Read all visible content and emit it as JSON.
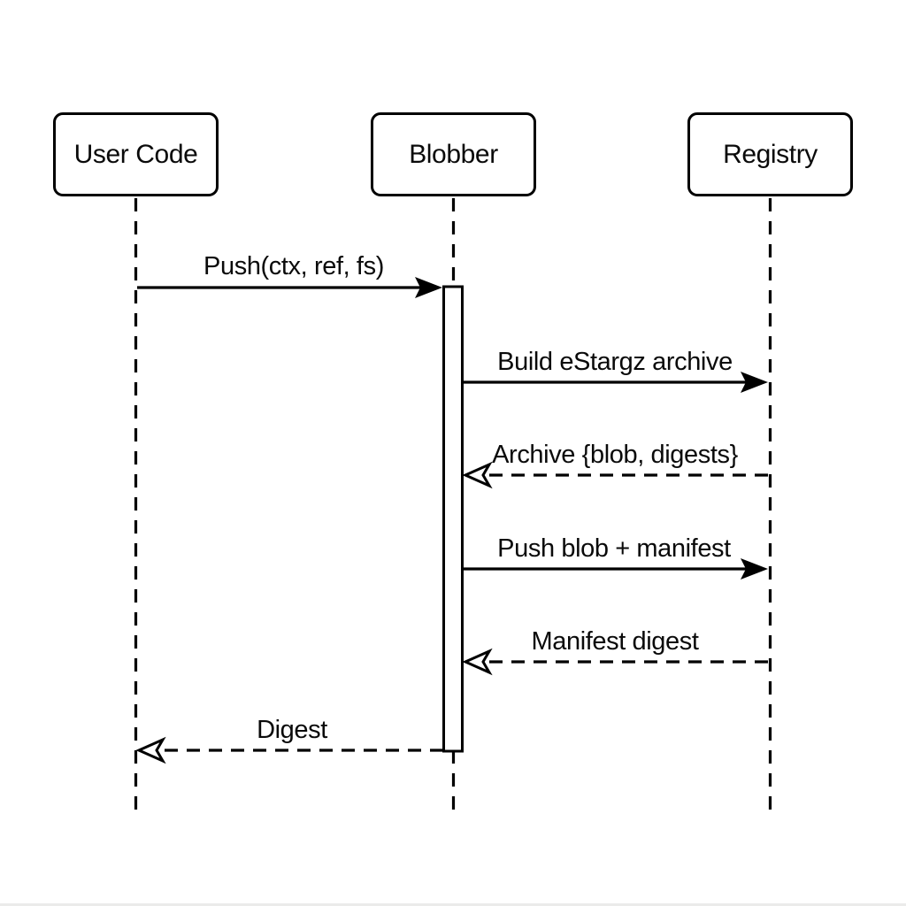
{
  "diagram": {
    "kind": "uml-sequence-diagram",
    "background_color": "#ffffff",
    "line_color": "#000000",
    "text_color": "#0a0a0a"
  },
  "actors": [
    {
      "name": "User Code"
    },
    {
      "name": "Blobber"
    },
    {
      "name": "Registry"
    }
  ],
  "activation": {
    "actor": "Blobber",
    "starts_at_message": "Push(ctx, ref, fs)",
    "ends_at_message": "Digest"
  },
  "messages": [
    {
      "label": "Push(ctx, ref, fs)",
      "from": "User Code",
      "to": "Blobber",
      "style": "solid",
      "arrowhead": "filled"
    },
    {
      "label": "Build eStargz archive",
      "from": "Blobber",
      "to": "Registry",
      "style": "solid",
      "arrowhead": "filled"
    },
    {
      "label": "Archive {blob, digests}",
      "from": "Registry",
      "to": "Blobber",
      "style": "dashed",
      "arrowhead": "open"
    },
    {
      "label": "Push blob + manifest",
      "from": "Blobber",
      "to": "Registry",
      "style": "solid",
      "arrowhead": "filled"
    },
    {
      "label": "Manifest digest",
      "from": "Registry",
      "to": "Blobber",
      "style": "dashed",
      "arrowhead": "open"
    },
    {
      "label": "Digest",
      "from": "Blobber",
      "to": "User Code",
      "style": "dashed",
      "arrowhead": "open"
    }
  ]
}
